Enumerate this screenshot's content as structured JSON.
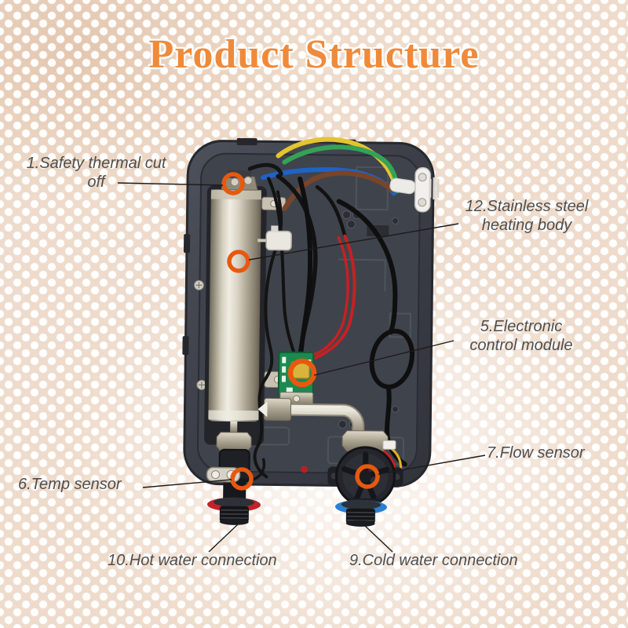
{
  "title": {
    "text": "Product Structure",
    "color": "#ef8a3b"
  },
  "background": {
    "base_color": "#eedbcb",
    "dot_color": "#ffffff"
  },
  "diagram": {
    "marker_color": "#e8580e",
    "leader_color": "#1b1b1b",
    "label_color": "#4f4f4f",
    "callouts": [
      {
        "label": "1.Safety thermal cut off",
        "target": "safety-thermal-cutoff"
      },
      {
        "label": "12.Stainless steel heating body",
        "target": "stainless-steel-heating-body"
      },
      {
        "label": "5.Electronic control module",
        "target": "electronic-control-module"
      },
      {
        "label": "7.Flow sensor",
        "target": "flow-sensor"
      },
      {
        "label": "6.Temp sensor",
        "target": "temp-sensor"
      },
      {
        "label": "10.Hot water connection",
        "target": "hot-water-connection"
      },
      {
        "label": "9.Cold water connection",
        "target": "cold-water-connection"
      }
    ]
  }
}
